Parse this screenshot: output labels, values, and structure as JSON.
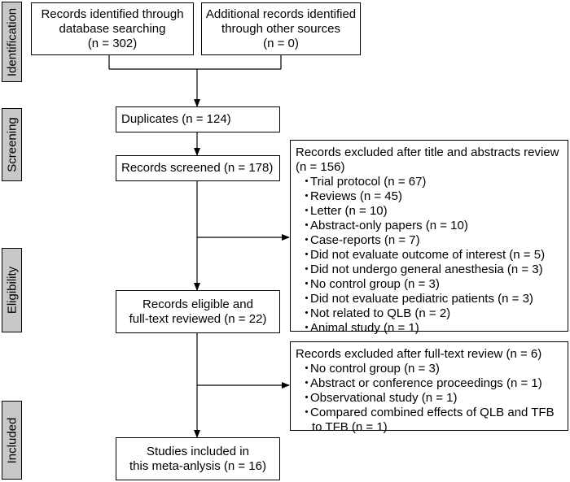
{
  "phases": {
    "identification": "Identification",
    "screening": "Screening",
    "eligibility": "Eligibility",
    "included": "Included"
  },
  "identified": {
    "line1": "Records identified through",
    "line2": "database searching",
    "line3": "(n = 302)"
  },
  "additional": {
    "line1": "Additional records identified",
    "line2": "through other sources",
    "line3": "(n = 0)"
  },
  "duplicates": {
    "text": "Duplicates (n = 124)"
  },
  "screened": {
    "text": "Records screened (n = 178)"
  },
  "eligible": {
    "line1": "Records eligible and",
    "line2": "full-text reviewed (n = 22)"
  },
  "included": {
    "line1": "Studies included in",
    "line2": "this meta-anlysis (n = 16)"
  },
  "excluded_title": {
    "head1": "Records excluded after title and abstracts review",
    "head2": "(n = 156)",
    "bullet": "・",
    "items": [
      "Trial protocol (n = 67)",
      "Reviews (n = 45)",
      "Letter (n = 10)",
      "Abstract-only papers (n = 10)",
      "Case-reports (n = 7)",
      "Did not evaluate outcome of interest (n = 5)",
      "Did not undergo general anesthesia (n = 3)",
      "No control group (n = 3)",
      "Did not evaluate pediatric patients (n = 3)",
      "Not related to QLB (n = 2)",
      "Animal study (n = 1)"
    ]
  },
  "excluded_fulltext": {
    "head": "Records excluded after full-text review (n = 6)",
    "bullet": "・",
    "items": [
      "No control group (n = 3)",
      "Abstract or conference proceedings (n = 1)",
      "Observational study (n = 1)",
      "Compared combined effects of QLB and TFB"
    ],
    "item4_cont": "to TFB (n = 1)"
  }
}
